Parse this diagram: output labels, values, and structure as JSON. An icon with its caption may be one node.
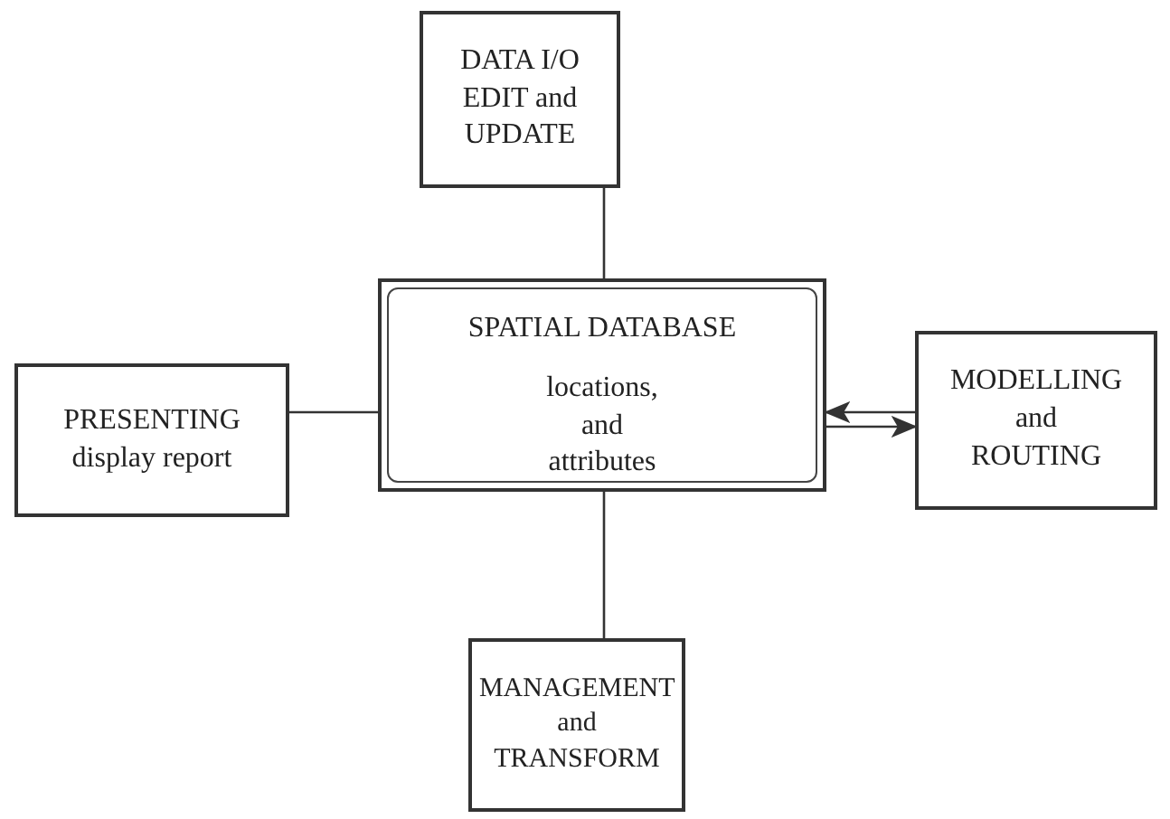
{
  "diagram": {
    "nodes": [
      {
        "text": [
          "DATA I/O EDIT and UPDATE"
        ]
      },
      {
        "text": [
          "PRESENTING display report"
        ]
      },
      {
        "text": [
          "SPATIAL DATABASE",
          "locations, and attributes"
        ]
      },
      {
        "text": [
          "MODELLING and ROUTING"
        ]
      },
      {
        "text": [
          "MANAGEMENT and TRANSFORM"
        ]
      }
    ],
    "edges": [
      {
        "from": 0,
        "to": 2,
        "arrow": "none"
      },
      {
        "from": 1,
        "to": 2,
        "arrow": "none"
      },
      {
        "from": 3,
        "to": 2,
        "arrow": "to"
      },
      {
        "from": 2,
        "to": 3,
        "arrow": "to"
      },
      {
        "from": 2,
        "to": 4,
        "arrow": "none"
      }
    ]
  }
}
